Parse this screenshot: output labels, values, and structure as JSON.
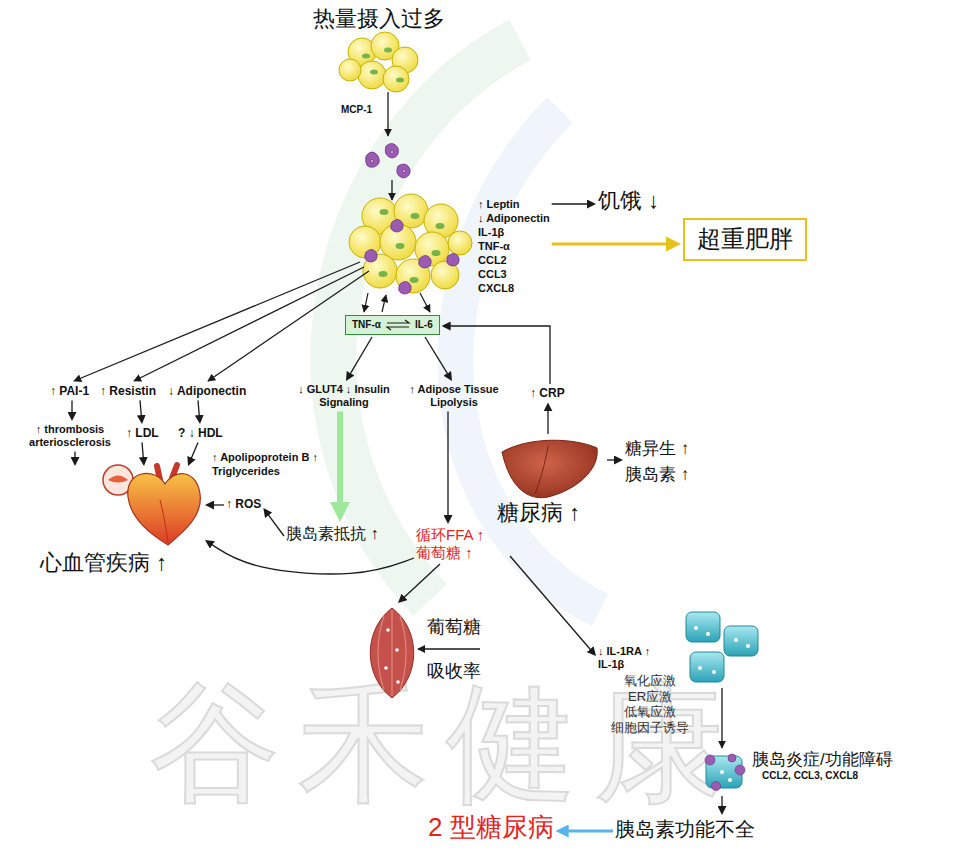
{
  "diagram": {
    "nodes": [
      {
        "text": [
          "热量摄入过多"
        ]
      },
      {
        "text": [
          "↑ Leptin",
          "↓ Adiponectin",
          "IL-1β",
          "TNF-α",
          "CCL2",
          "CCL3",
          "CXCL8"
        ]
      },
      {
        "text": [
          "饥饿 ↓"
        ]
      },
      {
        "text": [
          "超重肥胖"
        ]
      },
      {
        "text": [
          "TNF-α",
          "IL-6"
        ]
      },
      {
        "text": [
          "↑ PAI-1"
        ]
      },
      {
        "text": [
          "↑ Resistin"
        ]
      },
      {
        "text": [
          "↓ Adiponectin"
        ]
      },
      {
        "text": [
          "↑ thrombosis arteriosclerosis"
        ]
      },
      {
        "text": [
          "↑ LDL"
        ]
      },
      {
        "text": [
          "? ↓ HDL"
        ]
      },
      {
        "text": [
          "↓ GLUT4 ↓ Insulin Signaling"
        ]
      },
      {
        "text": [
          "↑ Adipose Tissue Lipolysis"
        ]
      },
      {
        "text": [
          "↑ CRP"
        ]
      },
      {
        "text": [
          "心血管疾病 ↑"
        ]
      },
      {
        "text": [
          "糖尿病 ↑"
        ]
      },
      {
        "text": [
          "糖异生 ↑ 胰岛素 ↑"
        ]
      },
      {
        "text": [
          "↑ ROS"
        ]
      },
      {
        "text": [
          "胰岛素抵抗 ↑"
        ]
      },
      {
        "text": [
          "循环FFA ↑ 葡萄糖 ↑"
        ]
      },
      {
        "text": [
          "葡萄糖 吸收率"
        ]
      },
      {
        "text": [
          "↓ IL-1RA ↑ IL-1β"
        ]
      },
      {
        "text": [
          "氧化应激 ER应激 低氧应激 细胞因子诱导"
        ]
      },
      {
        "text": [
          "胰岛炎症/功能障碍",
          "CCL2, CCL3, CXCL8"
        ]
      },
      {
        "text": [
          "胰岛素功能不全"
        ]
      },
      {
        "text": [
          "2 型糖尿病"
        ]
      }
    ],
    "edges": [
      {
        "from": 1,
        "to": 2,
        "arrow": "to"
      },
      {
        "from": 1,
        "to": 3,
        "arrow": "to"
      },
      {
        "from": 4,
        "to": 11,
        "arrow": "to"
      },
      {
        "from": 4,
        "to": 12,
        "arrow": "to"
      },
      {
        "from": 13,
        "to": 4,
        "arrow": "to"
      },
      {
        "from": 15,
        "to": 13,
        "arrow": "to"
      },
      {
        "from": 15,
        "to": 16,
        "arrow": "to"
      },
      {
        "from": 5,
        "to": 8,
        "arrow": "to"
      },
      {
        "from": 6,
        "to": 9,
        "arrow": "to"
      },
      {
        "from": 7,
        "to": 10,
        "arrow": "to"
      },
      {
        "from": 8,
        "to": 14,
        "arrow": "to"
      },
      {
        "from": 9,
        "to": 14,
        "arrow": "to"
      },
      {
        "from": 10,
        "to": 14,
        "arrow": "to",
        "label": "↑ Apolipoprotein B ↑ Triglycerides"
      },
      {
        "from": 11,
        "to": 18,
        "arrow": "to"
      },
      {
        "from": 12,
        "to": 19,
        "arrow": "to"
      },
      {
        "from": 18,
        "to": 17,
        "arrow": "to"
      },
      {
        "from": 17,
        "to": 14,
        "arrow": "to"
      },
      {
        "from": 19,
        "to": 14,
        "arrow": "to"
      },
      {
        "from": 19,
        "to": 20,
        "arrow": "to"
      },
      {
        "from": 19,
        "to": 21,
        "arrow": "to"
      },
      {
        "from": 23,
        "to": 24,
        "arrow": "to"
      },
      {
        "from": 24,
        "to": 25,
        "arrow": "to"
      }
    ],
    "labels": [
      "MCP-1",
      "谷禾健康"
    ]
  }
}
